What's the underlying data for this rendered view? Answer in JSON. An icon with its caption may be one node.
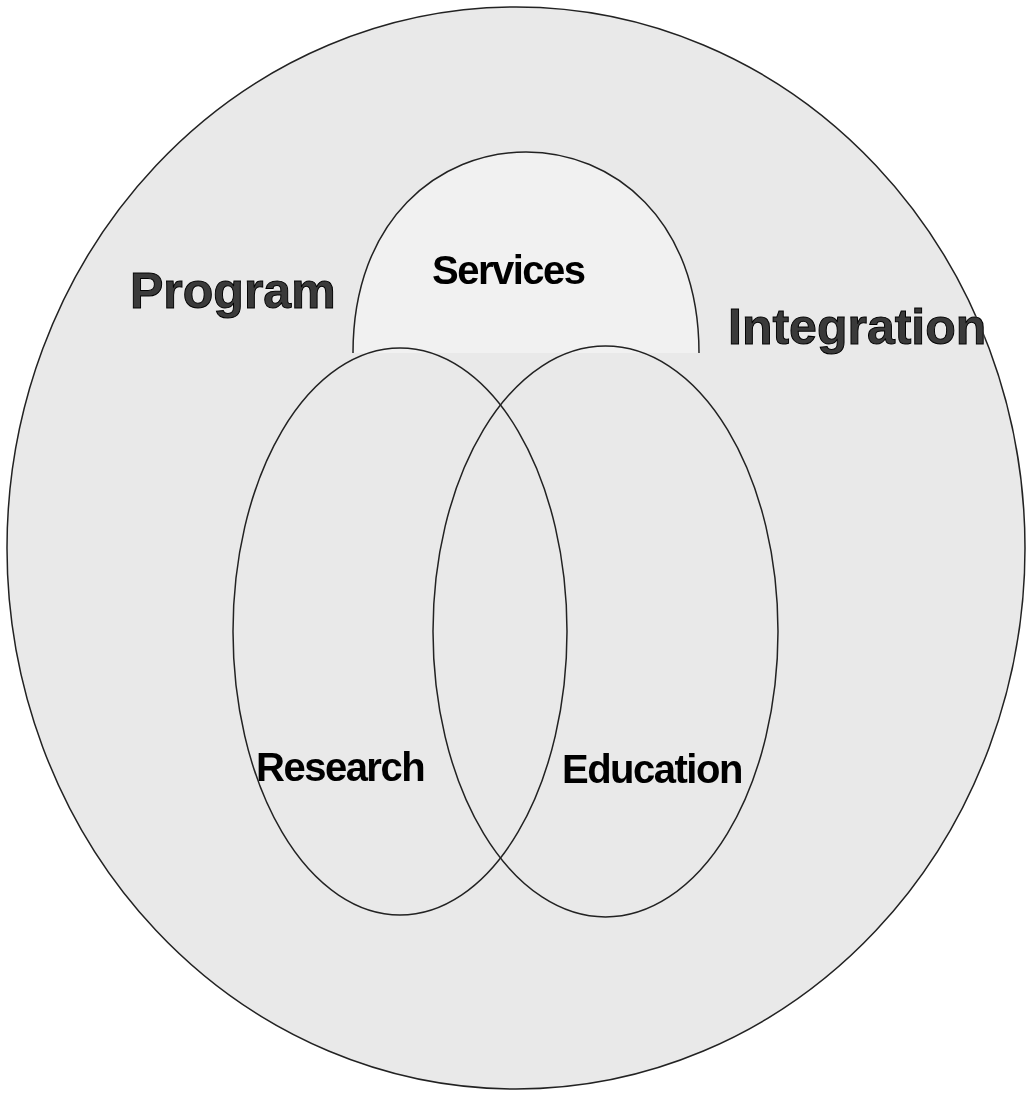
{
  "diagram": {
    "nodes": [
      {
        "text": [
          "Program",
          "Integration"
        ]
      },
      {
        "text": [
          "Services"
        ],
        "in": 0
      },
      {
        "text": [
          "Research"
        ],
        "in": 0
      },
      {
        "text": [
          "Education"
        ],
        "in": 0
      }
    ]
  }
}
